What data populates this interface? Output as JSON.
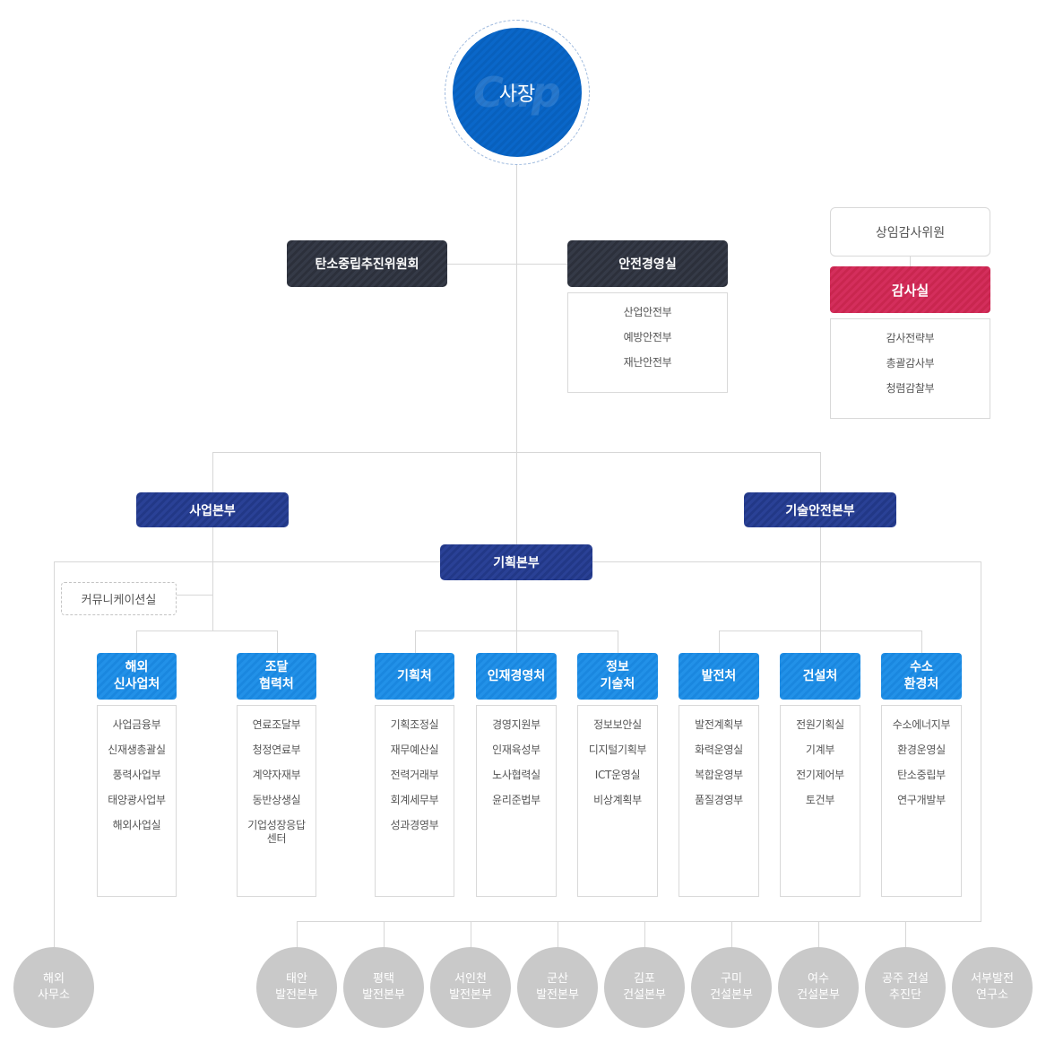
{
  "ceo": {
    "title": "사장",
    "logo_text": "Cap"
  },
  "committee": {
    "label": "탄소중립추진위원회"
  },
  "safety": {
    "label": "안전경영실",
    "items": [
      "산업안전부",
      "예방안전부",
      "재난안전부"
    ]
  },
  "audit": {
    "commissioner": "상임감사위원",
    "label": "감사실",
    "items": [
      "감사전략부",
      "총괄감사부",
      "청렴감찰부"
    ]
  },
  "hq": {
    "business": "사업본부",
    "planning": "기획본부",
    "tech": "기술안전본부"
  },
  "communication": {
    "label": "커뮤니케이션실"
  },
  "departments": [
    {
      "label": "해외\n신사업처",
      "items": [
        "사업금융부",
        "신재생총괄실",
        "풍력사업부",
        "태양광사업부",
        "해외사업실"
      ]
    },
    {
      "label": "조달\n협력처",
      "items": [
        "연료조달부",
        "청정연료부",
        "계약자재부",
        "동반상생실",
        "기업성장응답\n센터"
      ]
    },
    {
      "label": "기획처",
      "items": [
        "기획조정실",
        "재무예산실",
        "전력거래부",
        "회계세무부",
        "성과경영부"
      ]
    },
    {
      "label": "인재경영처",
      "items": [
        "경영지원부",
        "인재육성부",
        "노사협력실",
        "윤리준법부"
      ]
    },
    {
      "label": "정보\n기술처",
      "items": [
        "정보보안실",
        "디지털기획부",
        "ICT운영실",
        "비상계획부"
      ]
    },
    {
      "label": "발전처",
      "items": [
        "발전계획부",
        "화력운영실",
        "복합운영부",
        "품질경영부"
      ]
    },
    {
      "label": "건설처",
      "items": [
        "전원기획실",
        "기계부",
        "전기제어부",
        "토건부"
      ]
    },
    {
      "label": "수소\n환경처",
      "items": [
        "수소에너지부",
        "환경운영실",
        "탄소중립부",
        "연구개발부"
      ]
    }
  ],
  "overseas_office": {
    "label": "해외\n사무소"
  },
  "branches": [
    "태안\n발전본부",
    "평택\n발전본부",
    "서인천\n발전본부",
    "군산\n발전본부",
    "김포\n건설본부",
    "구미\n건설본부",
    "여수\n건설본부",
    "공주 건설\n추진단",
    "서부발전\n연구소"
  ]
}
